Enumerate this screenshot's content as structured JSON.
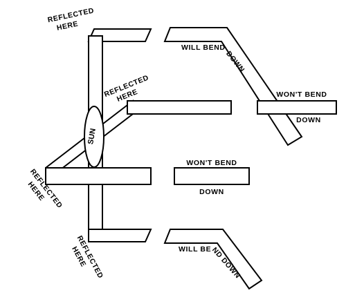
{
  "labels": {
    "reflected_top": [
      "REFLECTED",
      "HERE"
    ],
    "reflected_mid": [
      "REFLECTED",
      "HERE"
    ],
    "reflected_left": [
      "REFLECTED",
      "HERE"
    ],
    "reflected_bottom": [
      "REFLECTED",
      "HERE"
    ],
    "sun": "SUN",
    "will_bend_top": "WILL BEND DOWN",
    "wont_bend_right": [
      "WON'T BEND",
      "DOWN"
    ],
    "wont_bend_center": [
      "WON'T BEND",
      "DOWN"
    ],
    "will_bend_bottom": "WILL BEND DOWN"
  },
  "colors": {
    "ink": "#000000",
    "paper": "#ffffff"
  }
}
